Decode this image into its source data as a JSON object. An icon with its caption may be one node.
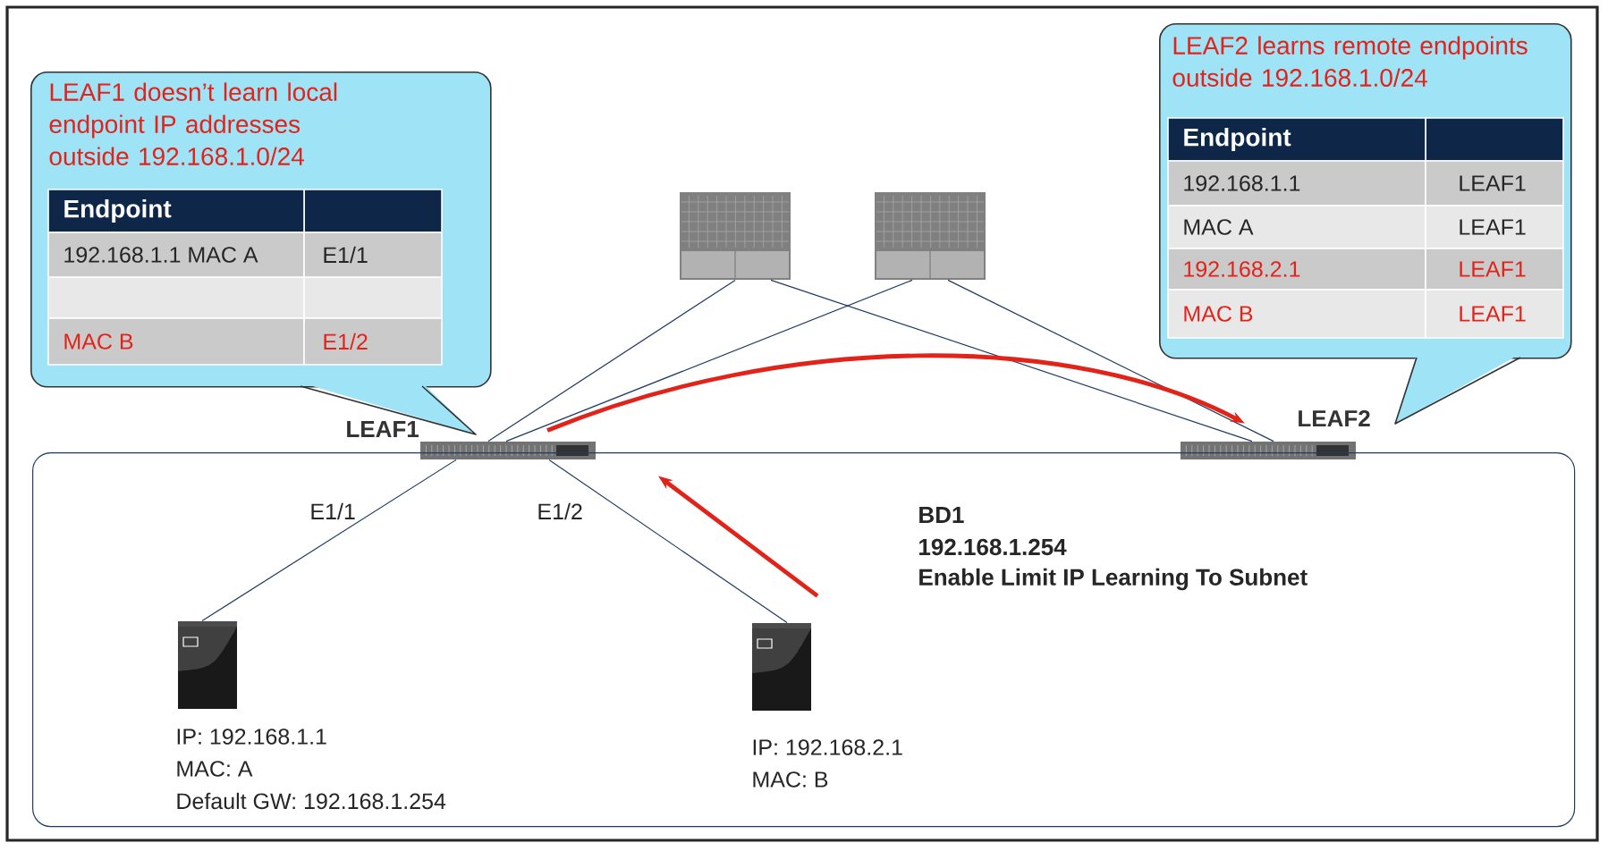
{
  "diagram": {
    "nodes": [
      {
        "text": [
          "LEAF1 doesn’t learn local endpoint IP addresses outside 192.168.1.0/24"
        ]
      },
      {
        "text": [
          "LEAF2 learns remote endpoints outside 192.168.1.0/24"
        ]
      },
      {
        "text": [],
        "shape": "picture"
      },
      {
        "text": [],
        "shape": "picture"
      },
      {
        "text": [],
        "shape": "picture",
        "beside": [
          "LEAF1"
        ]
      },
      {
        "text": [],
        "shape": "picture",
        "beside": [
          "LEAF2"
        ]
      },
      {
        "text": [
          "BD1",
          "192.168.1.254",
          "Enable Limit IP Learning To Subnet"
        ]
      },
      {
        "text": [],
        "shape": "picture",
        "in": 6,
        "beside": [
          "IP: 192.168.1.1",
          "MAC: A",
          "Default GW: 192.168.1.254"
        ]
      },
      {
        "text": [],
        "shape": "picture",
        "in": 6,
        "beside": [
          "IP: 192.168.2.1",
          "MAC: B"
        ]
      }
    ],
    "edges": [
      {
        "from": 2,
        "to": 4,
        "arrow": "none"
      },
      {
        "from": 2,
        "to": 5,
        "arrow": "none"
      },
      {
        "from": 3,
        "to": 4,
        "arrow": "none"
      },
      {
        "from": 3,
        "to": 5,
        "arrow": "none"
      },
      {
        "from": 4,
        "to": 7,
        "arrow": "none",
        "label": "E1/1"
      },
      {
        "from": 4,
        "to": 8,
        "arrow": "none",
        "label": "E1/2"
      },
      {
        "from": 4,
        "to": 5,
        "arrow": "to",
        "style": "thick",
        "color": "#e2231a"
      },
      {
        "from": 8,
        "to": 4,
        "arrow": "to",
        "style": "thick",
        "color": "#e2231a"
      }
    ],
    "labels": [
      "Endpoint",
      "192.168.1.1 MAC A",
      "E1/1",
      "MAC B",
      "E1/2",
      "Endpoint",
      "192.168.1.1",
      "LEAF1",
      "MAC A",
      "LEAF1",
      "192.168.2.1",
      "LEAF1",
      "MAC B",
      "LEAF1"
    ]
  }
}
